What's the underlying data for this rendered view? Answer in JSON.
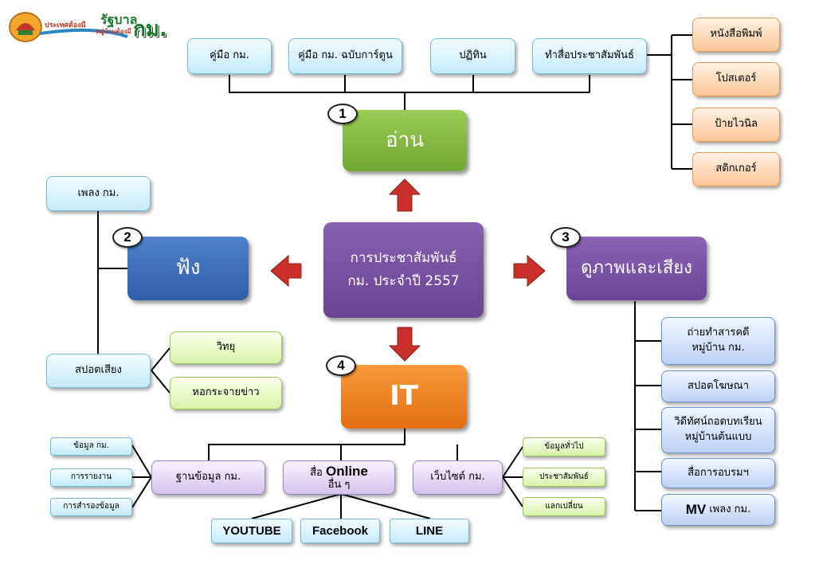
{
  "logo": {
    "line1": "ประเทศต้องมี",
    "line2": "รัฐบาล",
    "line3": "หมู่บ้านต้องมี",
    "abbr": "กม."
  },
  "center": {
    "line1": "การประชาสัมพันธ์",
    "line2": "กม. ประจำปี 2557"
  },
  "branches": {
    "read": {
      "number": "1",
      "label": "อ่าน"
    },
    "listen": {
      "number": "2",
      "label": "ฟัง"
    },
    "watch": {
      "number": "3",
      "label": "ดูภาพและเสียง"
    },
    "it": {
      "number": "4",
      "label": "IT"
    }
  },
  "read_items": [
    "คู่มือ กม.",
    "คู่มือ กม. ฉบับการ์ตูน",
    "ปฏิทิน",
    "ทำสื่อประชาสัมพันธ์"
  ],
  "pr_media": [
    "หนังสือพิมพ์",
    "โปสเตอร์",
    "ป้ายไวนิล",
    "สติกเกอร์"
  ],
  "listen_items": {
    "song": "เพลง กม.",
    "spot": "สปอตเสียง",
    "radio": "วิทยุ",
    "tower": "หอกระจายข่าว"
  },
  "watch_items": {
    "doc1": "ถ่ายทำสารคดี",
    "doc2": "หมู่บ้าน กม.",
    "ad": "สปอตโฆษณา",
    "vid1": "วิดีทัศน์ถอดบทเรียน",
    "vid2": "หมู่บ้านต้นแบบ",
    "training": "สื่อการอบรมฯ",
    "mv_prefix": "MV",
    "mv_suffix": "เพลง กม."
  },
  "it_items": {
    "database": "ฐานข้อมูล กม.",
    "online_prefix": "สื่อ",
    "online_word": "Online",
    "online_suffix": "อื่น ๆ",
    "website": "เว็บไซต์ กม.",
    "db_sub": [
      "ข้อมูล กม.",
      "การรายงาน",
      "การสำรองข้อมูล"
    ],
    "web_sub": [
      "ข้อมูลทั่วไป",
      "ประชาสัมพันธ์",
      "แลกเปลี่ยน"
    ],
    "social": [
      "YOUTUBE",
      "Facebook",
      "LINE"
    ]
  },
  "colors": {
    "read": "#7fb241",
    "listen": "#3a6cb8",
    "watch": "#7450a3",
    "it": "#ed7d1f",
    "center": "#7450a3",
    "arrow": "#c9302c"
  }
}
